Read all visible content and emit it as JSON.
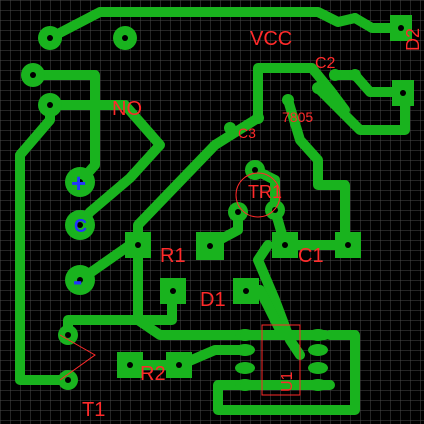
{
  "colors": {
    "background": "#000000",
    "grid": "#4a4a4a",
    "trace": "#19b31e",
    "silkscreen": "#ff2a2a",
    "polarity": "#2233ff",
    "hole": "#000000"
  },
  "labels": {
    "vcc": "VCC",
    "no": "NO",
    "c": "C",
    "plus": "+",
    "minus": "-",
    "c2": "C2",
    "d2": "D2",
    "reg": "7805",
    "c3": "C3",
    "tr1": "TR1",
    "r1": "R1",
    "c1": "C1",
    "d1": "D1",
    "r2": "R2",
    "t1": "T1",
    "u1": "U1"
  }
}
